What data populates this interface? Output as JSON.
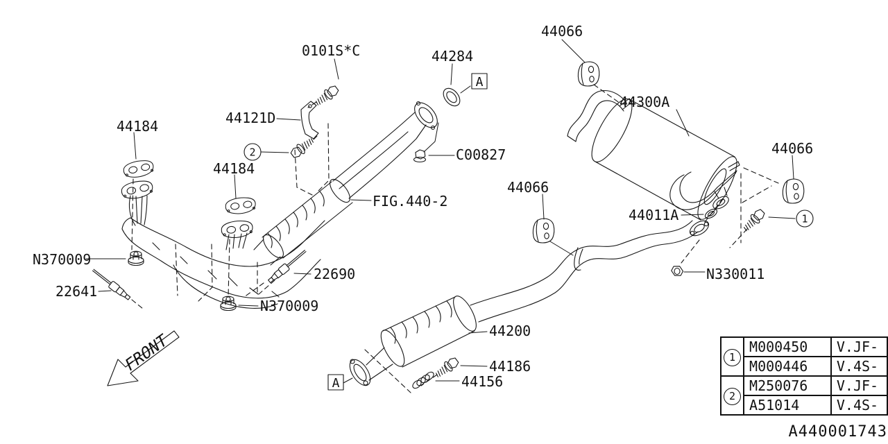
{
  "figure": {
    "code": "A440001743"
  },
  "labels": {
    "bolt_0101": "0101S*C",
    "gasket_44284": "44284",
    "bracket_44121d": "44121D",
    "gasket_44184_left": "44184",
    "gasket_44184_mid": "44184",
    "nut_c00827": "C00827",
    "fig_ref": "FIG.440-2",
    "hanger_44066_top": "44066",
    "muffler_44300a": "44300A",
    "hanger_44066_right": "44066",
    "hanger_44066_mid": "44066",
    "gasket_44011a": "44011A",
    "nut_n330011": "N330011",
    "nut_n370009_left": "N370009",
    "nut_n370009_bottom": "N370009",
    "sensor_22641": "22641",
    "sensor_22690": "22690",
    "pipe_44200": "44200",
    "bolt_44186": "44186",
    "spring_44156": "44156",
    "front_direction": "FRONT",
    "connector_a_top": "A",
    "connector_a_bottom": "A"
  },
  "callouts": {
    "one": "1",
    "two": "2"
  },
  "table": {
    "groups": [
      {
        "ref": "1",
        "rows": [
          {
            "part": "M000450",
            "model": "V.JF-"
          },
          {
            "part": "M000446",
            "model": "V.4S-"
          }
        ]
      },
      {
        "ref": "2",
        "rows": [
          {
            "part": "M250076",
            "model": "V.JF-"
          },
          {
            "part": "A51014",
            "model": "V.4S-"
          }
        ]
      }
    ]
  }
}
